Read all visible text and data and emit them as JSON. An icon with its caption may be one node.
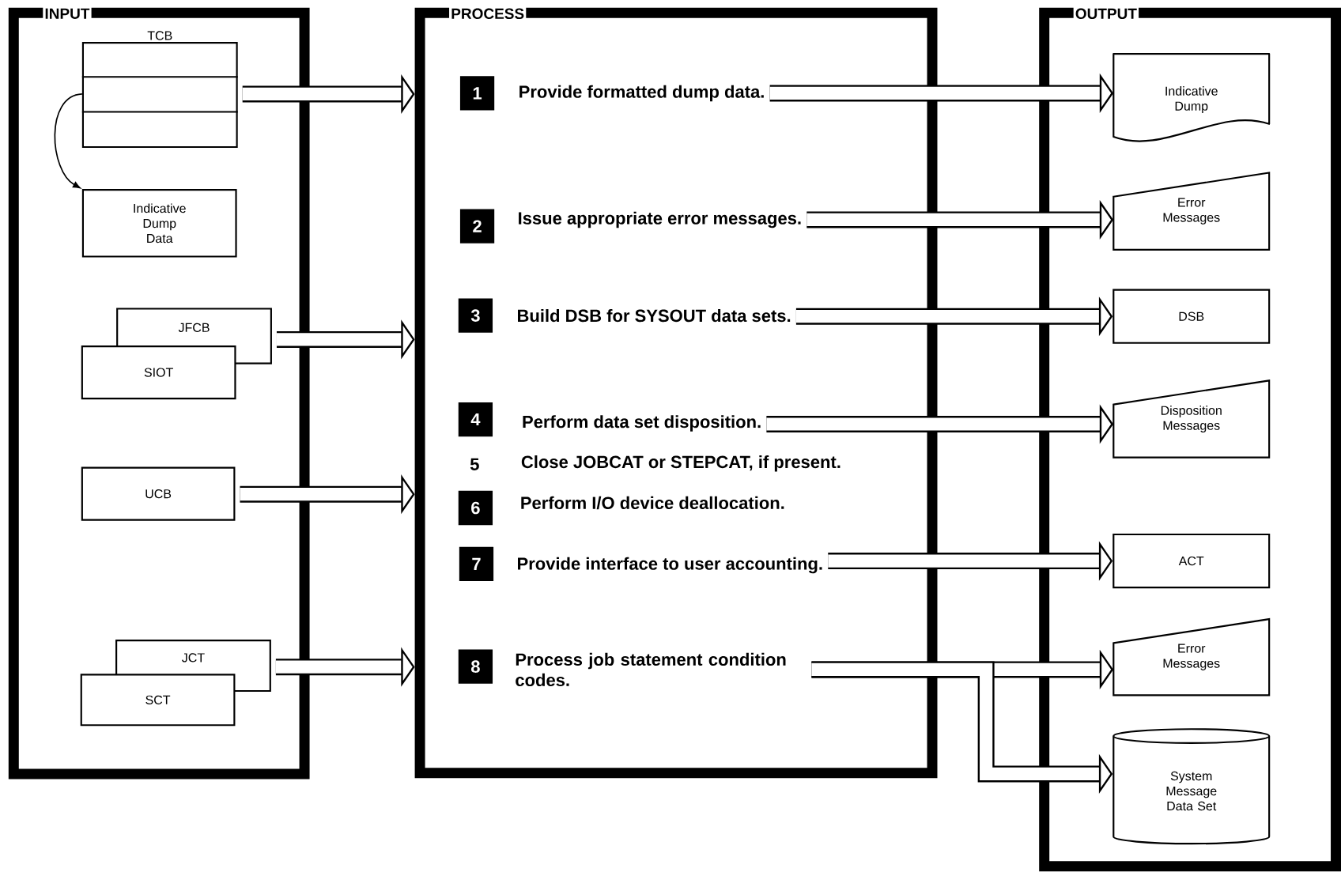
{
  "diagram": {
    "nodes": [
      {
        "text": [
          "INPUT"
        ]
      },
      {
        "text": [
          "TCB"
        ],
        "in": 0
      },
      {
        "text": [
          "Indicative Dump Data"
        ],
        "in": 0
      },
      {
        "text": [
          "JFCB"
        ],
        "in": 0
      },
      {
        "text": [
          "SIOT"
        ],
        "in": 0
      },
      {
        "text": [
          "UCB"
        ],
        "in": 0
      },
      {
        "text": [
          "JCT"
        ],
        "in": 0
      },
      {
        "text": [
          "SCT"
        ],
        "in": 0
      },
      {
        "text": [
          "PROCESS"
        ]
      },
      {
        "text": [
          "1"
        ],
        "in": 8
      },
      {
        "text": [
          "Provide formatted dump data."
        ],
        "in": 8
      },
      {
        "text": [
          "2"
        ],
        "in": 8
      },
      {
        "text": [
          "Issue appropriate error messages."
        ],
        "in": 8
      },
      {
        "text": [
          "3"
        ],
        "in": 8
      },
      {
        "text": [
          "Build DSB for SYSOUT data sets."
        ],
        "in": 8
      },
      {
        "text": [
          "4"
        ],
        "in": 8
      },
      {
        "text": [
          "Perform data set disposition."
        ],
        "in": 8
      },
      {
        "text": [
          "Close JOBCAT or STEPCAT, if present."
        ],
        "in": 8
      },
      {
        "text": [
          "6"
        ],
        "in": 8
      },
      {
        "text": [
          "Perform I/O device deallocation."
        ],
        "in": 8
      },
      {
        "text": [
          "7"
        ],
        "in": 8
      },
      {
        "text": [
          "Provide interface to user accounting."
        ],
        "in": 8
      },
      {
        "text": [
          "8"
        ],
        "in": 8
      },
      {
        "text": [
          "Process job statement condition codes."
        ],
        "in": 8
      },
      {
        "text": [
          "OUTPUT"
        ]
      },
      {
        "text": [
          "Indicative Dump"
        ],
        "in": 24
      },
      {
        "text": [
          "Error Messages"
        ],
        "in": 24
      },
      {
        "text": [
          "DSB"
        ],
        "in": 24
      },
      {
        "text": [
          "Disposition Messages"
        ],
        "in": 24
      },
      {
        "text": [
          "ACT"
        ],
        "in": 24
      },
      {
        "text": [
          "Error Messages"
        ],
        "in": 24
      },
      {
        "text": [
          "System Message Data Set"
        ],
        "in": 24
      }
    ],
    "edges": [
      {
        "from": 1,
        "to": 2,
        "arrow": "to"
      },
      {
        "from": 1,
        "to": 8,
        "arrow": "to"
      },
      {
        "from": 3,
        "to": 8,
        "arrow": "to"
      },
      {
        "from": 5,
        "to": 8,
        "arrow": "to"
      },
      {
        "from": 6,
        "to": 8,
        "arrow": "to"
      },
      {
        "from": 10,
        "to": 25,
        "arrow": "to"
      },
      {
        "from": 12,
        "to": 26,
        "arrow": "to"
      },
      {
        "from": 14,
        "to": 27,
        "arrow": "to"
      },
      {
        "from": 16,
        "to": 28,
        "arrow": "to"
      },
      {
        "from": 21,
        "to": 29,
        "arrow": "to"
      },
      {
        "from": 23,
        "to": 30,
        "arrow": "to"
      },
      {
        "from": 23,
        "to": 31,
        "arrow": "to"
      }
    ],
    "labels": [
      "5"
    ]
  }
}
